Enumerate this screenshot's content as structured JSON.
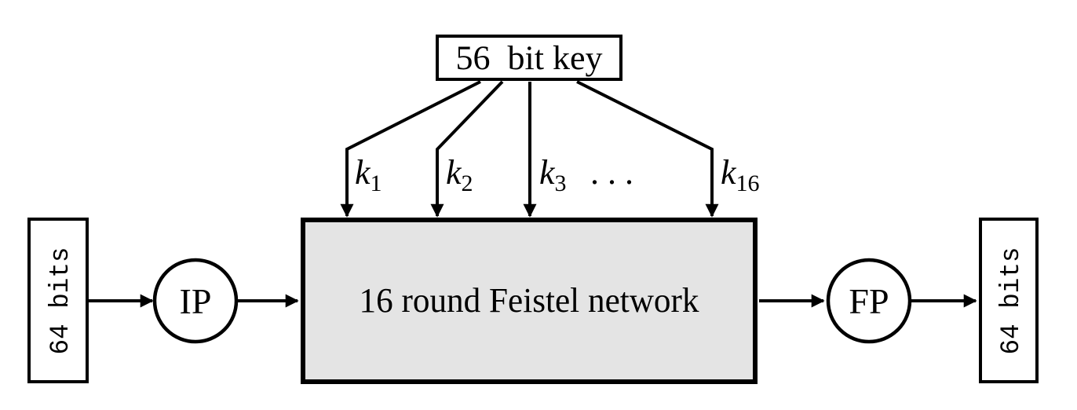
{
  "key_box": {
    "label": "56  bit key"
  },
  "round_keys": {
    "items": [
      {
        "base": "k",
        "sub": "1"
      },
      {
        "base": "k",
        "sub": "2"
      },
      {
        "base": "k",
        "sub": "3"
      },
      {
        "base": "k",
        "sub": "16"
      }
    ],
    "ellipsis": "..."
  },
  "feistel_box": {
    "label": "16 round Feistel network"
  },
  "input_box": {
    "label": "64 bits"
  },
  "output_box": {
    "label": "64 bits"
  },
  "ip_node": {
    "label": "IP"
  },
  "fp_node": {
    "label": "FP"
  },
  "colors": {
    "stroke": "#000000",
    "feistel_fill": "#e4e4e4",
    "box_fill": "#ffffff",
    "background": "#ffffff"
  }
}
